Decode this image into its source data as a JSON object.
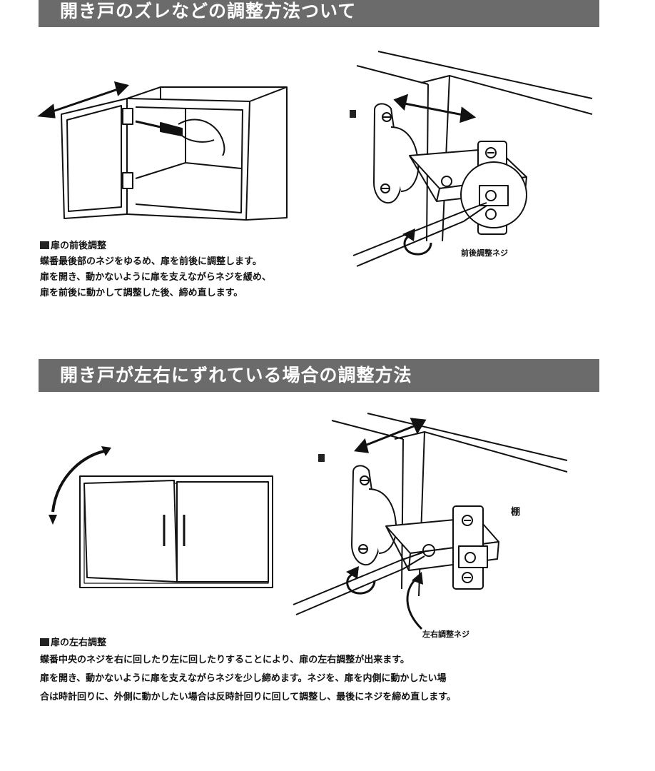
{
  "section1": {
    "title": "開き戸のズレなどの調整方法ついて",
    "caption": {
      "heading": "扉の前後調整",
      "lines": [
        "蝶番最後部のネジをゆるめ、扉を前後に調整します。",
        "扉を開き、動かないように扉を支えながらネジを緩め、",
        "扉を前後に動かして調整した後、締め直します。"
      ]
    },
    "callout": "前後調整ネジ"
  },
  "section2": {
    "title": "開き戸が左右にずれている場合の調整方法",
    "caption": {
      "heading": "扉の左右調整",
      "lines": [
        "蝶番中央のネジを右に回したり左に回したりすることにより、扉の左右調整が出来ます。",
        "扉を開き、動かないように扉を支えながらネジを少し締めます。ネジを、扉を内側に動かしたい場",
        "合は時計回りに、外側に動かしたい場合は反時計回りに回して調整し、最後にネジを締め直します。"
      ]
    },
    "callout": "左右調整ネジ",
    "label_shelf": "棚"
  }
}
